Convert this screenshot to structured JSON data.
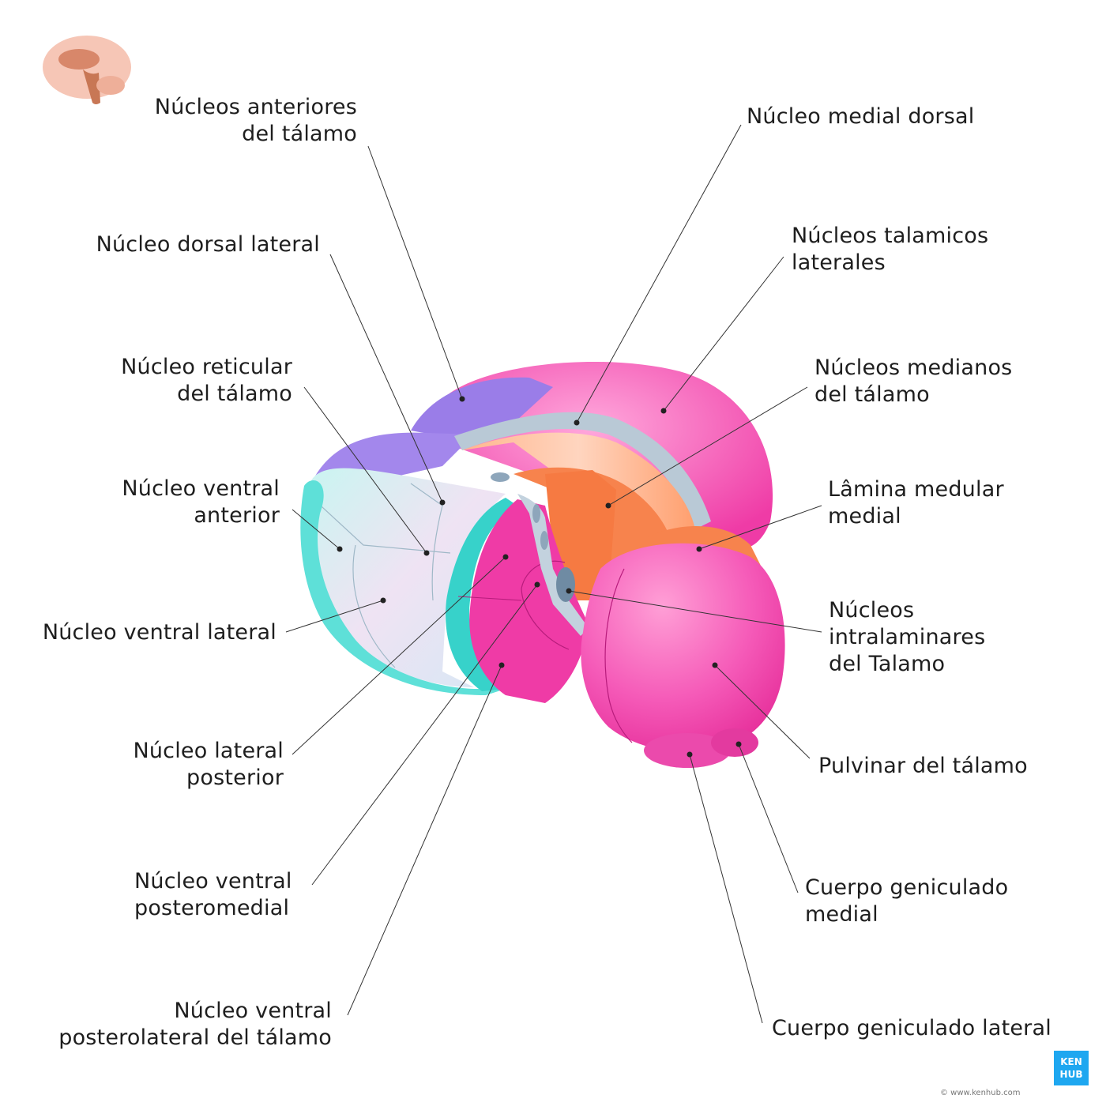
{
  "colors": {
    "anterior": "#9a7de8",
    "medial_dorsal": "#f98f5a",
    "medial_dorsal_light": "#ffc7a8",
    "lateral": "#f457b4",
    "lateral_light": "#f9a3d6",
    "pulvinar": "#f03ca7",
    "ventral_anterior": "#b8f0ec",
    "reticular": "#38d6cf",
    "lamina": "#b9c9d6",
    "intralaminar": "#8ea6bb"
  },
  "labels": {
    "anteriores": [
      "Núcleos anteriores",
      "del tálamo"
    ],
    "dorsal_lateral": [
      "Núcleo dorsal lateral"
    ],
    "reticular": [
      "Núcleo reticular",
      "del tálamo"
    ],
    "ventral_anterior": [
      "Núcleo ventral",
      "anterior"
    ],
    "ventral_lateral": [
      "Núcleo ventral lateral"
    ],
    "lateral_posterior": [
      "Núcleo lateral",
      "posterior"
    ],
    "ventral_posteromedial": [
      "Núcleo ventral",
      "posteromedial"
    ],
    "ventral_posterolateral": [
      "Núcleo ventral",
      "posterolateral del tálamo"
    ],
    "medial_dorsal": [
      "Núcleo medial dorsal"
    ],
    "talamicos_laterales": [
      "Núcleos talamicos",
      "laterales"
    ],
    "medianos": [
      "Núcleos medianos",
      "del tálamo"
    ],
    "lamina_medular": [
      "Lâmina medular",
      "medial"
    ],
    "intralaminares": [
      "Núcleos",
      "intralaminares",
      "del Talamo"
    ],
    "pulvinar": [
      "Pulvinar del tálamo"
    ],
    "geniculado_medial": [
      "Cuerpo geniculado",
      "medial"
    ],
    "geniculado_lateral": [
      "Cuerpo geniculado lateral"
    ]
  },
  "icons": {
    "brain_thumbnail": "brain-orientation-icon",
    "logo": "kenhub-logo"
  },
  "logo_text": [
    "KEN",
    "HUB"
  ],
  "copyright": "© www.kenhub.com"
}
